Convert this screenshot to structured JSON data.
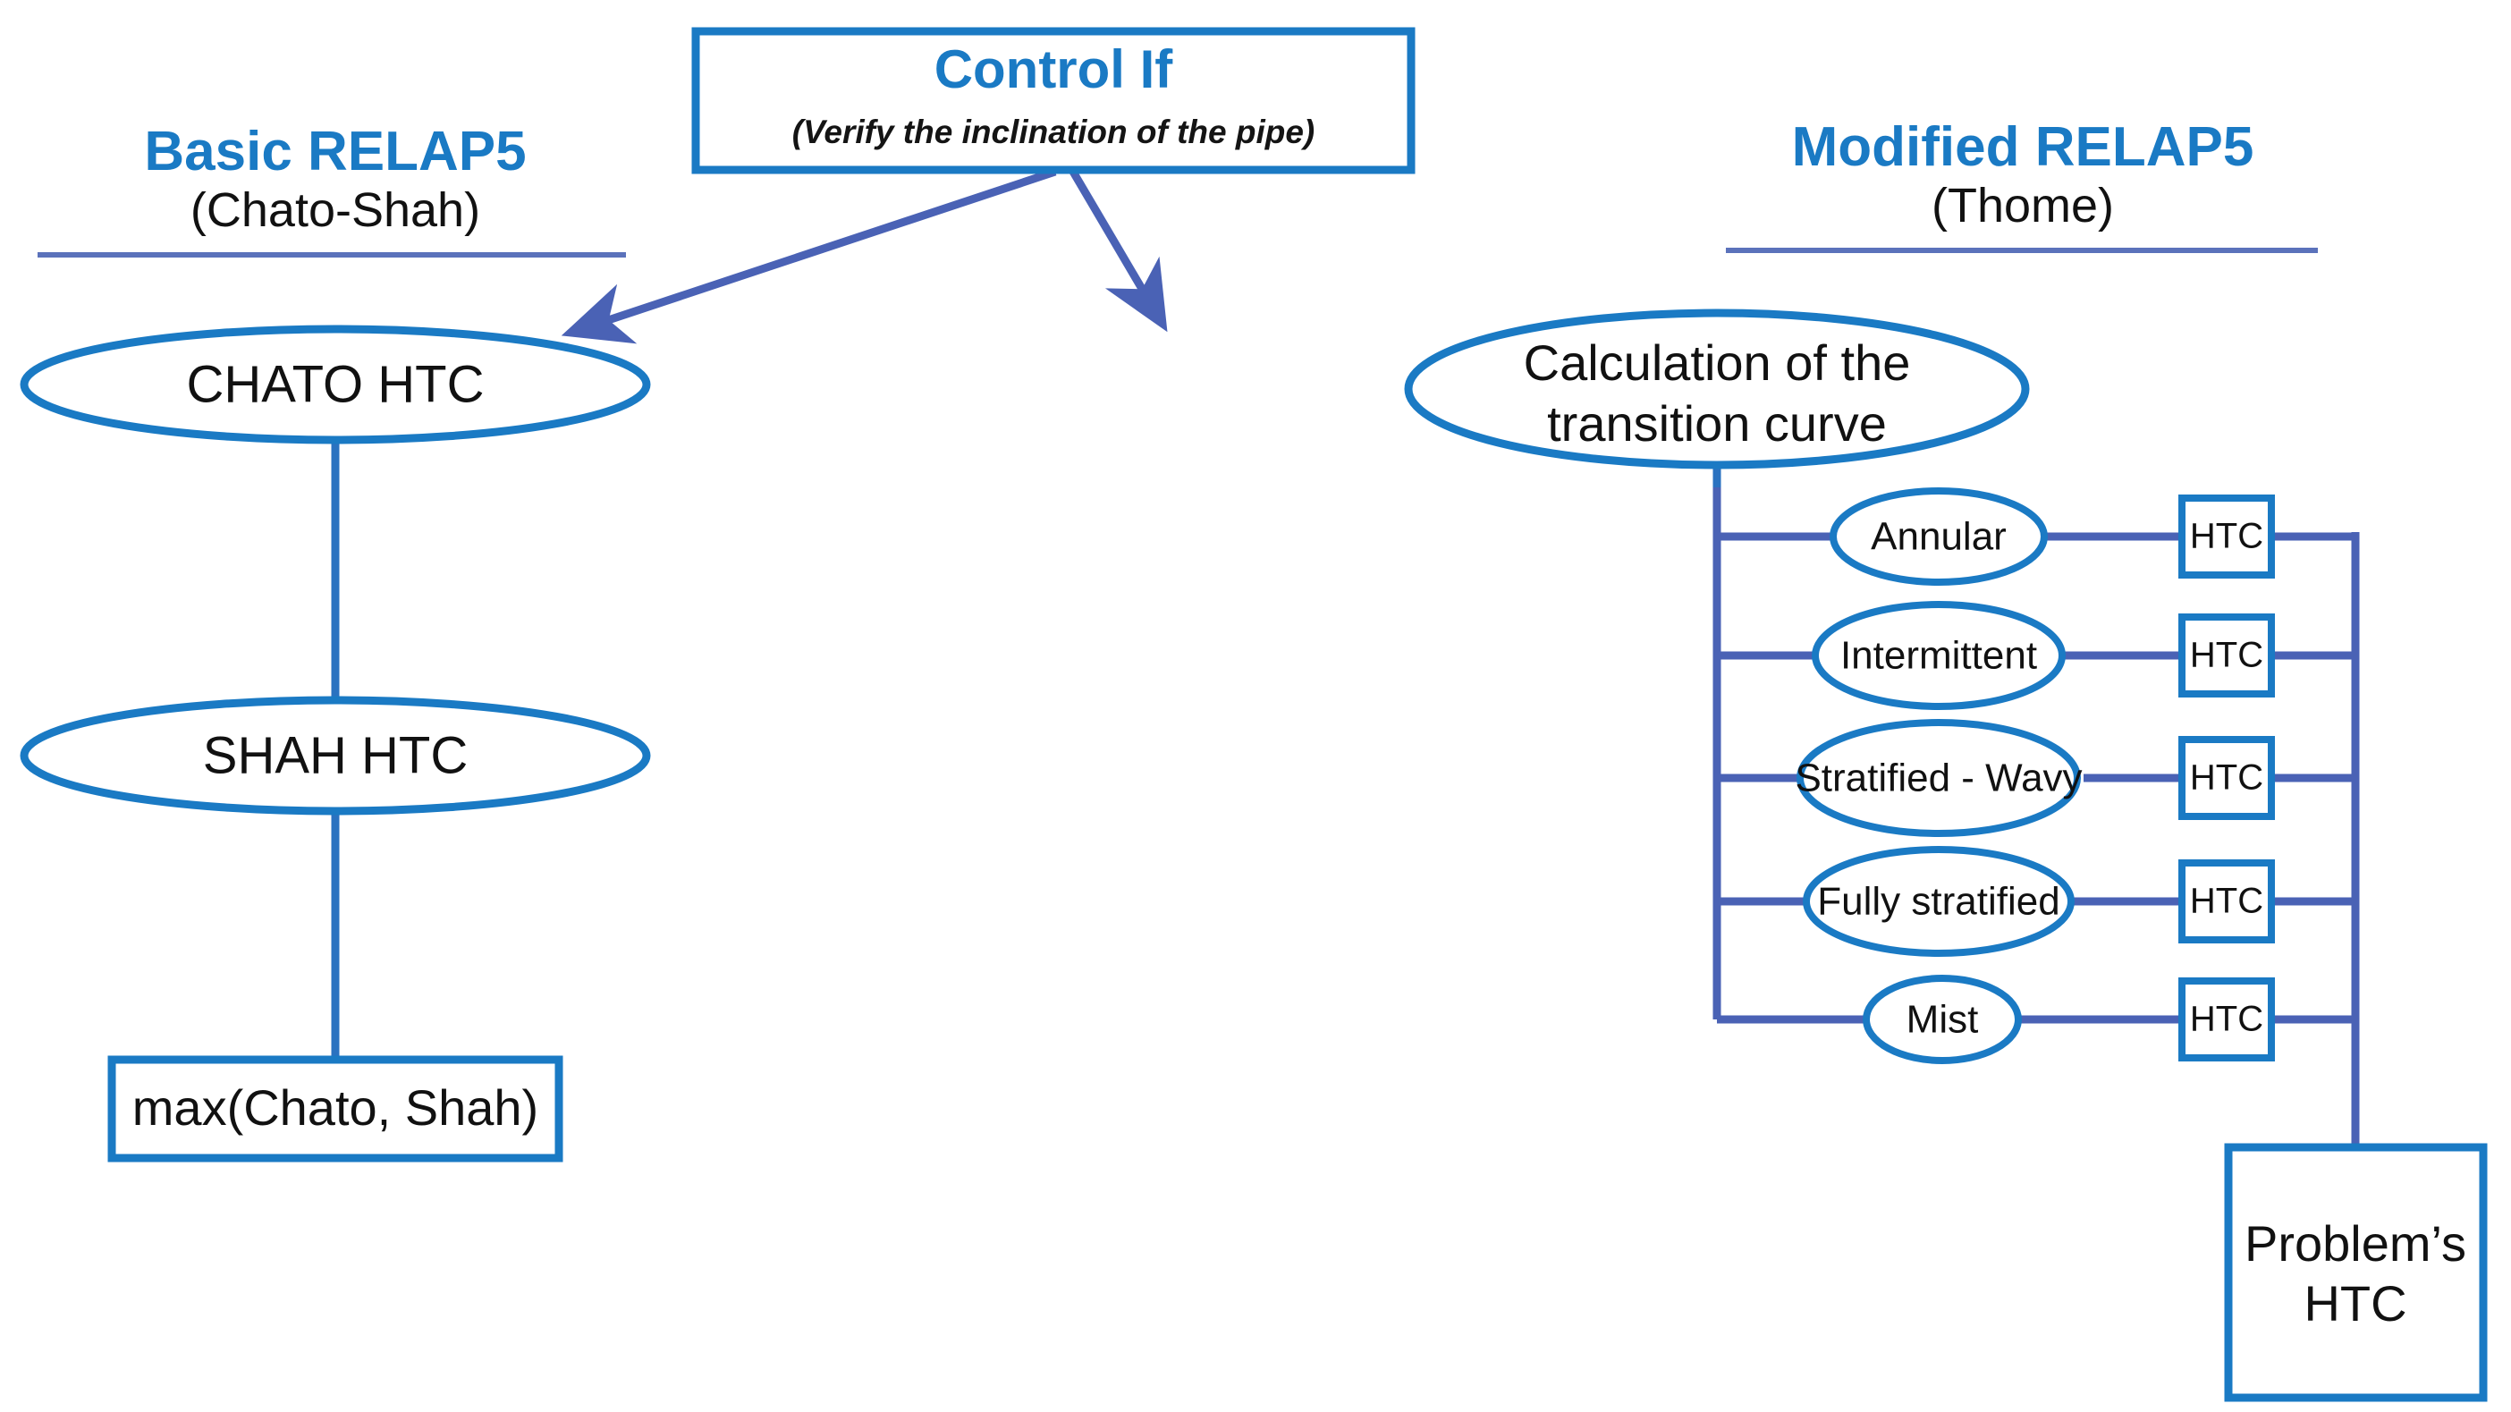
{
  "diagram": {
    "title_left": "Basic RELAP5",
    "subtitle_left": "(Chato-Shah)",
    "title_right": "Modified RELAP5",
    "subtitle_right": "(Thome)",
    "control": {
      "title": "Control If",
      "subtitle": "(Verify the inclination of the pipe)"
    },
    "left_branch": {
      "node1": "CHATO HTC",
      "node2": "SHAH HTC",
      "result": "max(Chato, Shah)"
    },
    "right_branch": {
      "root_line1": "Calculation of the",
      "root_line2": "transition curve",
      "regimes": [
        {
          "label": "Annular",
          "htc": "HTC"
        },
        {
          "label": "Intermittent",
          "htc": "HTC"
        },
        {
          "label": "Stratified - Wavy",
          "htc": "HTC"
        },
        {
          "label": "Fully stratified",
          "htc": "HTC"
        },
        {
          "label": "Mist",
          "htc": "HTC"
        }
      ],
      "result_line1": "Problem’s",
      "result_line2": "HTC"
    },
    "colors": {
      "shape_blue": "#1a7ac4",
      "connector_blue": "#4a62b5",
      "title_blue": "#1a7ac4",
      "text_black": "#111111",
      "background": "#ffffff"
    }
  }
}
